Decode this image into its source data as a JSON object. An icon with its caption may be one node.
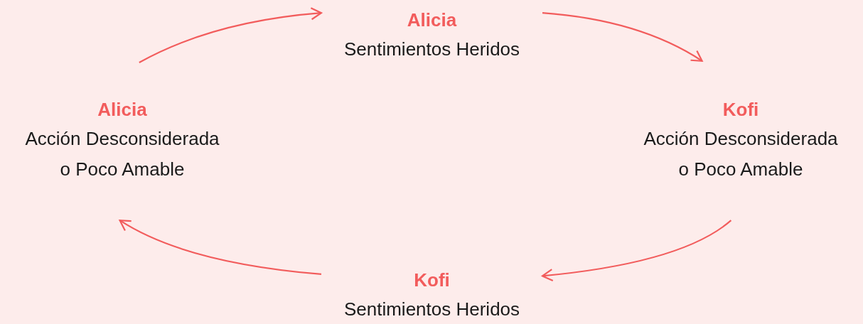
{
  "diagram": {
    "nodes": [
      {
        "text": [
          "Alicia",
          "Sentimientos Heridos"
        ]
      },
      {
        "text": [
          "Kofi",
          "Acción Desconsiderada o Poco Amable"
        ]
      },
      {
        "text": [
          "Kofi",
          "Sentimientos Heridos"
        ]
      },
      {
        "text": [
          "Alicia",
          "Acción Desconsiderada o Poco Amable"
        ]
      }
    ],
    "edges": [
      {
        "from": 3,
        "to": 0,
        "arrow": "to"
      },
      {
        "from": 0,
        "to": 1,
        "arrow": "to"
      },
      {
        "from": 1,
        "to": 2,
        "arrow": "to"
      },
      {
        "from": 2,
        "to": 3,
        "arrow": "to"
      }
    ]
  }
}
